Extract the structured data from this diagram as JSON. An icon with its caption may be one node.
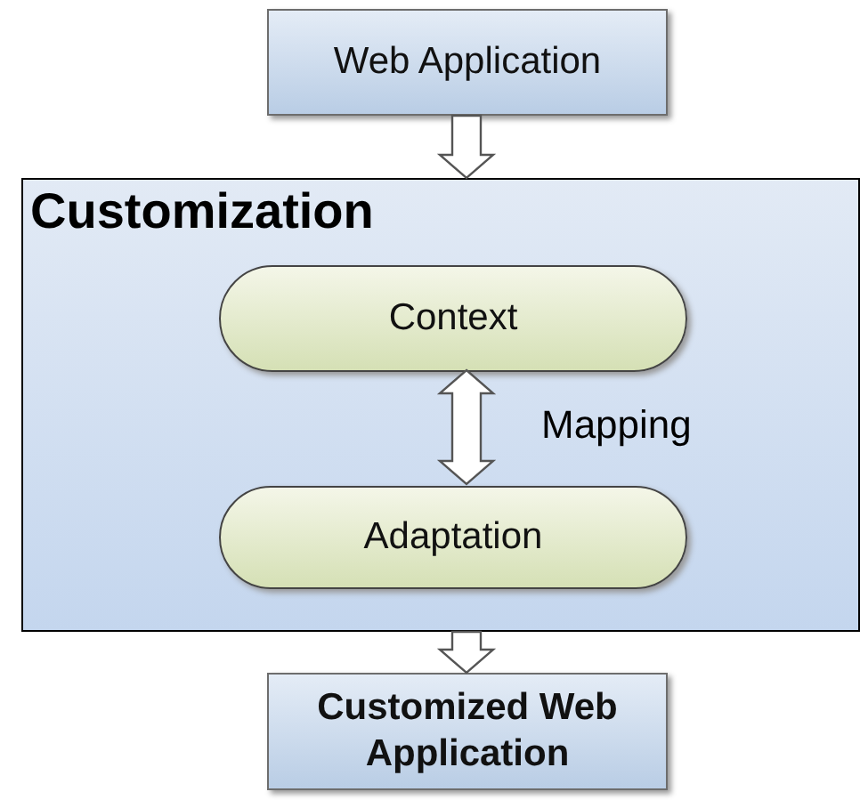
{
  "diagram": {
    "nodes": [
      {
        "text": [
          "Web Application"
        ]
      },
      {
        "text": [
          "Customization"
        ]
      },
      {
        "text": [
          "Context"
        ],
        "in": 1
      },
      {
        "text": [
          "Adaptation"
        ],
        "in": 1
      },
      {
        "text": [
          "Customized Web Application"
        ]
      }
    ],
    "edges": [
      {
        "from": 0,
        "to": 1,
        "arrow": "to"
      },
      {
        "from": 2,
        "to": 3,
        "arrow": "both",
        "label": "Mapping"
      },
      {
        "from": 1,
        "to": 4,
        "arrow": "to"
      }
    ]
  }
}
